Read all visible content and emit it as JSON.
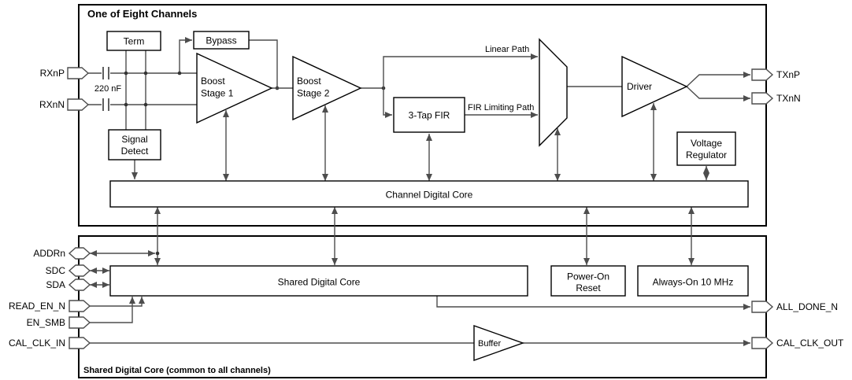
{
  "colors": {
    "wire": "#4d4d4d",
    "outline": "#000000",
    "background": "#ffffff",
    "block_fill": "#ffffff"
  },
  "channel": {
    "title": "One of Eight Channels",
    "term": "Term",
    "bypass": "Bypass",
    "boost1": {
      "l1": "Boost",
      "l2": "Stage 1"
    },
    "boost2": {
      "l1": "Boost",
      "l2": "Stage 2"
    },
    "fir": "3-Tap FIR",
    "signal_detect": {
      "l1": "Signal",
      "l2": "Detect"
    },
    "driver": "Driver",
    "vreg": {
      "l1": "Voltage",
      "l2": "Regulator"
    },
    "core": "Channel Digital Core",
    "cap_value": "220 nF",
    "linear_path_label": "Linear Path",
    "fir_path_label": "FIR Limiting Path",
    "pins": {
      "rxnp": "RXnP",
      "rxnn": "RXnN",
      "txnp": "TXnP",
      "txnn": "TXnN"
    }
  },
  "shared": {
    "core": "Shared Digital Core",
    "por": {
      "l1": "Power-On",
      "l2": "Reset"
    },
    "always_on": "Always-On 10 MHz",
    "buffer": "Buffer",
    "footer": "Shared Digital Core (common to all channels)",
    "pins": {
      "addrn": "ADDRn",
      "sdc": "SDC",
      "sda": "SDA",
      "read_en_n": "READ_EN_N",
      "en_smb": "EN_SMB",
      "cal_clk_in": "CAL_CLK_IN",
      "all_done_n": "ALL_DONE_N",
      "cal_clk_out": "CAL_CLK_OUT"
    }
  }
}
